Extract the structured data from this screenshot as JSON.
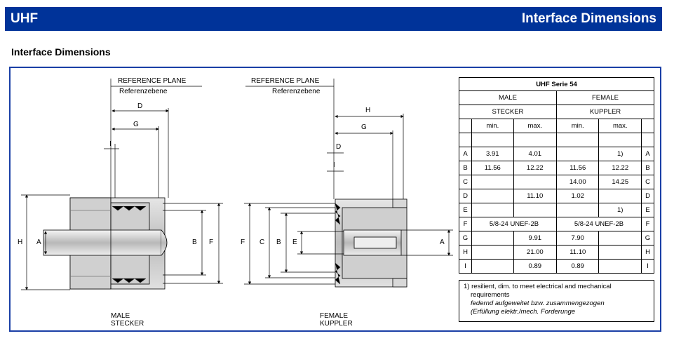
{
  "header": {
    "left": "UHF",
    "right": "Interface Dimensions"
  },
  "subtitle": "Interface Dimensions",
  "drawing": {
    "ref_plane_left": {
      "en": "REFERENCE PLANE",
      "de": "Referenzebene"
    },
    "ref_plane_right": {
      "en": "REFERENCE PLANE",
      "de": "Referenzebene"
    },
    "male_caption": {
      "en": "MALE",
      "de": "STECKER"
    },
    "female_caption": {
      "en": "FEMALE",
      "de": "KUPPLER"
    },
    "male_dims": [
      "D",
      "G",
      "I",
      "H",
      "A",
      "B",
      "F"
    ],
    "female_dims": [
      "H",
      "G",
      "D",
      "I",
      "F",
      "C",
      "B",
      "E",
      "A"
    ]
  },
  "table": {
    "title": "UHF  Serie 54",
    "male": "MALE",
    "female": "FEMALE",
    "male_de": "STECKER",
    "female_de": "KUPPLER",
    "min": "min.",
    "max": "max.",
    "rows": [
      {
        "code": "A",
        "m_min": "3.91",
        "m_max": "4.01",
        "f_min": "",
        "f_max": "1)"
      },
      {
        "code": "B",
        "m_min": "11.56",
        "m_max": "12.22",
        "f_min": "11.56",
        "f_max": "12.22"
      },
      {
        "code": "C",
        "m_min": "",
        "m_max": "",
        "f_min": "14.00",
        "f_max": "14.25"
      },
      {
        "code": "D",
        "m_min": "",
        "m_max": "11.10",
        "f_min": "1.02",
        "f_max": ""
      },
      {
        "code": "E",
        "m_min": "",
        "m_max": "",
        "f_min": "",
        "f_max": "1)"
      },
      {
        "code": "F",
        "m_span": "5/8-24 UNEF-2B",
        "f_span": "5/8-24 UNEF-2B"
      },
      {
        "code": "G",
        "m_min": "",
        "m_max": "9.91",
        "f_min": "7.90",
        "f_max": ""
      },
      {
        "code": "H",
        "m_min": "",
        "m_max": "21.00",
        "f_min": "11.10",
        "f_max": ""
      },
      {
        "code": "I",
        "m_min": "",
        "m_max": "0.89",
        "f_min": "0.89",
        "f_max": ""
      }
    ]
  },
  "notes": {
    "line1": "1) resilient, dim. to meet electrical and mechanical",
    "line2": "requirements",
    "line3": "federnd aufgeweitet bzw. zusammengezogen",
    "line4": "(Erfüllung elektr./mech. Forderunge"
  },
  "colors": {
    "header_bg": "#003399",
    "frame": "#1a3fa6",
    "metal": "#c8c8c8",
    "metal_dark": "#9a9a9a"
  }
}
